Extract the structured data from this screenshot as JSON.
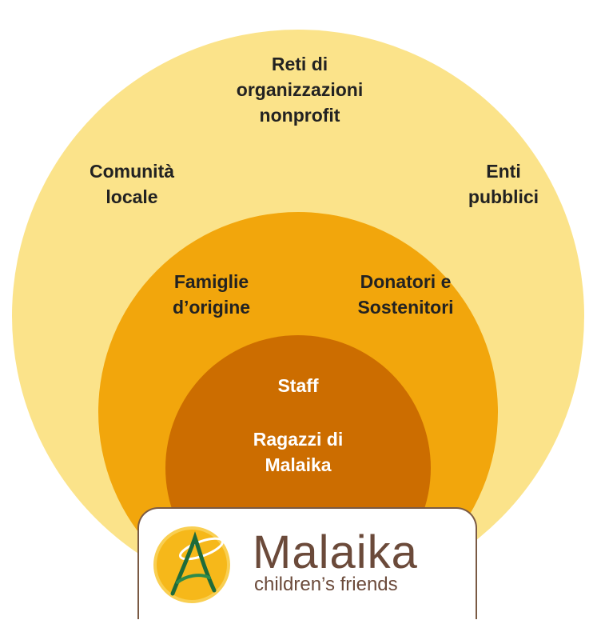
{
  "colors": {
    "outer_ring": "#fbe38a",
    "middle_ring": "#f2a60c",
    "inner_ring": "#cc6d00",
    "logo_text": "#6b4a3a",
    "logo_border": "#7a5a44"
  },
  "outer_ring": {
    "top": [
      "Reti di",
      "organizzazioni",
      "nonprofit"
    ],
    "left": [
      "Comunità",
      "locale"
    ],
    "right": [
      "Enti",
      "pubblici"
    ]
  },
  "middle_ring": {
    "left": [
      "Famiglie",
      "d’origine"
    ],
    "right": [
      "Donatori e",
      "Sostenitori"
    ]
  },
  "inner_ring": {
    "top": [
      "Staff"
    ],
    "bottom": [
      "Ragazzi di",
      "Malaika"
    ]
  },
  "logo": {
    "name": "Malaika",
    "tagline": "children’s friends",
    "icon": "angel-halo-icon"
  }
}
